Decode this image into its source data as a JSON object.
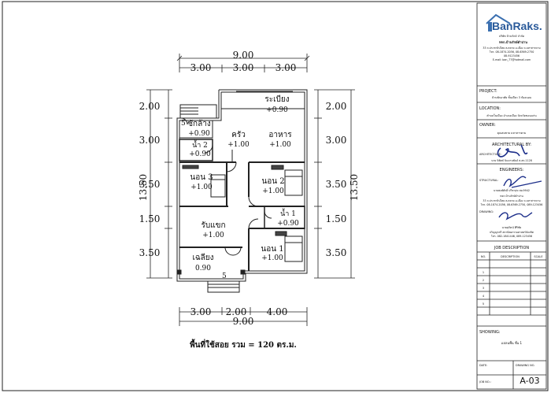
{
  "plan": {
    "dims_top": {
      "total": "9.00",
      "seg1": "3.00",
      "seg2": "3.00",
      "seg3": "3.00"
    },
    "dims_bottom": {
      "total": "9.00",
      "seg1": "3.00",
      "seg2": "2.00",
      "seg3": "4.00"
    },
    "dims_left": {
      "total": "13.50",
      "s1": "2.00",
      "s2": "3.00",
      "s3": "3.50",
      "s4": "1.50",
      "s5": "3.50"
    },
    "dims_right": {
      "total": "13.50",
      "s1": "2.00",
      "s2": "3.00",
      "s3": "3.50",
      "s4": "1.50",
      "s5": "3.50"
    },
    "rooms": {
      "veranda": {
        "name": "ระเบียง",
        "level": "+0.90"
      },
      "laundry": {
        "name": "ซักล้าง",
        "level": "+0.90"
      },
      "kitchen": {
        "name": "ครัว",
        "level": "+1.00"
      },
      "dining": {
        "name": "อาหาร",
        "level": "+1.00"
      },
      "bath2": {
        "name": "น้ำ 2",
        "level": "+0.90"
      },
      "bed3": {
        "name": "นอน 3",
        "level": "+1.00"
      },
      "bed2": {
        "name": "นอน 2",
        "level": "+1.00"
      },
      "bath1": {
        "name": "น้ำ 1",
        "level": "+0.90"
      },
      "living": {
        "name": "รับแขก",
        "level": "+1.00"
      },
      "porch": {
        "name": "เฉลียง",
        "level": "0.90"
      },
      "bed1": {
        "name": "นอน 1",
        "level": "+1.00"
      }
    },
    "stair_marks": {
      "upper": "5",
      "lower": "5"
    },
    "area_note": "พื้นที่ใช้สอย รวม = 120 ตร.ม."
  },
  "title_block": {
    "logo_text": "BanRaks.",
    "company_lines": [
      "บริษัท บ้านรักษ์ จำกัด",
      "หจก.บ้านรักษ์ดำปาน",
      "33 ถ.ประชาธิปไตย ต.ตลาด อ.เมือง จ.มหาสารคาม",
      "โทร. 08-1874-2056, 08-6369-2750",
      "08-9123456",
      "E-mail: ban_77@hotmail.com"
    ],
    "project_label": "PROJECT:",
    "project_value": "บ้านพักอาศัย ชั้นเดียว 3 ห้องนอน",
    "location_label": "LOCATION:",
    "location_value": "ตำบลในเมือง อำเภอเมือง จังหวัดขอนแก่น",
    "owner_label": "OWNER:",
    "owner_value": "คุณสมชาย มหาสารคาม",
    "architectural_label": "ARCHITECTURAL BY:",
    "architect_label": "ARCHITECTURE:",
    "architect_name": "นาย นิพิทธ์ นิมมานพันธ์ ส-สถ.1128",
    "engineers_label": "ENGINEERS:",
    "structural_label": "STRUCTURAL:",
    "engineer_name": "นายพงษ์ศักดิ์ ปรีชาสุข สย.9942",
    "engineer_lines": [
      "หจก.บ้านรักษ์ดำปาน",
      "33 ถ.ประชาธิปไตย ต.ตลาด อ.เมือง จ.มหาสารคาม",
      "โทร. 08-1874-2056, 08-6369-2750, 089-123456"
    ],
    "drawing_label": "DRAWING:",
    "drawer_name": "นายสุรัตน์ ศิริชัย",
    "drawer_lines": [
      "ปริญญาตรี สถาปัตยกรรมศาสตร์บัณฑิต",
      "โทร. 082-1841446, 089-123456"
    ],
    "job_header": "JOB DESCRIPTION",
    "job_columns": [
      "NO.",
      "DESCRIPTION",
      "SCALE"
    ],
    "job_rows": [
      "1",
      "2",
      "3",
      "4",
      "5"
    ],
    "showing_label": "SHOWING:",
    "showing_value": "แปลนพื้น ชั้น 1",
    "date_label": "DATE:",
    "drawing_no_label": "DRAWING NO.",
    "drawing_no": "A-03",
    "job_no_label": "JOB NO.:"
  }
}
